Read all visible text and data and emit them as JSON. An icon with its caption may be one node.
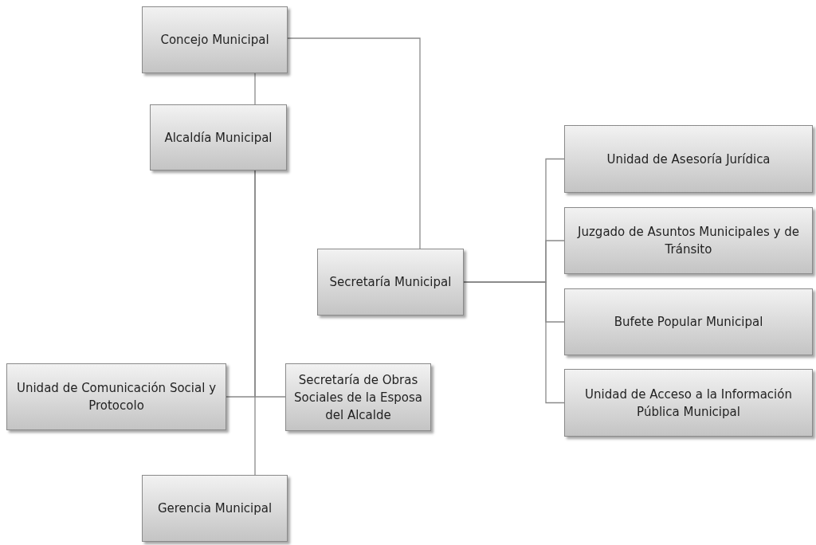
{
  "diagram": {
    "nodes": [
      {
        "text": [
          "Concejo Municipal"
        ]
      },
      {
        "text": [
          "Alcaldía Municipal"
        ]
      },
      {
        "text": [
          "Secretaría Municipal"
        ]
      },
      {
        "text": [
          "Unidad de Asesoría Jurídica"
        ]
      },
      {
        "text": [
          "Juzgado de Asuntos Municipales y de Tránsito"
        ]
      },
      {
        "text": [
          "Bufete Popular Municipal"
        ]
      },
      {
        "text": [
          "Unidad de Acceso a la Información Pública Municipal"
        ]
      },
      {
        "text": [
          "Unidad de Comunicación Social y Protocolo"
        ]
      },
      {
        "text": [
          "Secretaría de Obras Sociales de la Esposa del Alcalde"
        ]
      },
      {
        "text": [
          "Gerencia Municipal"
        ]
      }
    ],
    "edges": [
      {
        "from": 0,
        "to": 1,
        "arrow": "none"
      },
      {
        "from": 0,
        "to": 2,
        "arrow": "none"
      },
      {
        "from": 2,
        "to": 3,
        "arrow": "none"
      },
      {
        "from": 2,
        "to": 4,
        "arrow": "none"
      },
      {
        "from": 2,
        "to": 5,
        "arrow": "none"
      },
      {
        "from": 2,
        "to": 6,
        "arrow": "none"
      },
      {
        "from": 1,
        "to": 7,
        "arrow": "none"
      },
      {
        "from": 1,
        "to": 8,
        "arrow": "none"
      },
      {
        "from": 1,
        "to": 9,
        "arrow": "none"
      }
    ]
  }
}
